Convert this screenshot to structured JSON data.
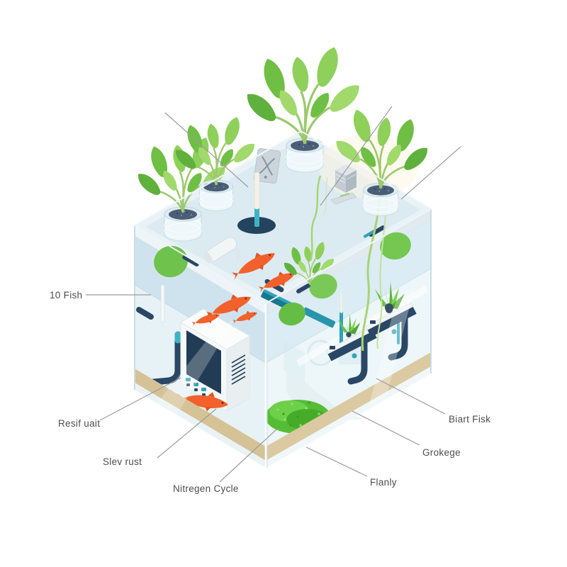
{
  "diagram": {
    "labels": [
      {
        "id": "fish-count",
        "text": "10 Fish"
      },
      {
        "id": "resif-uait",
        "text": "Resif uait"
      },
      {
        "id": "slev-rust",
        "text": "Slev rust"
      },
      {
        "id": "nitregen-cycle",
        "text": "Nitregen Cycle"
      },
      {
        "id": "flanly",
        "text": "Flanly"
      },
      {
        "id": "grokege",
        "text": "Grokege"
      },
      {
        "id": "biart-fisk",
        "text": "Biart Fisk"
      }
    ],
    "colors": {
      "background": "#ffffff",
      "navy": "#2a4766",
      "teal": "#2fa3b8",
      "fish_orange": "#f2612b",
      "leaf_green": "#7cc84e",
      "moss_green": "#55bd35",
      "sand": "#d9c79e",
      "label_text": "#4d4d4d",
      "leader_line": "#9b9b9b",
      "glass_light": "#e7f2f6",
      "glass_mid": "#d2e6ef",
      "lid_top": "#dcebf2"
    },
    "icons": [
      "glass-tank",
      "plant-icon",
      "plant-pot-icon",
      "fish-icon",
      "probe-wand-icon",
      "aerator-disc-icon",
      "camera-icon",
      "x-device-icon",
      "equipment-box-icon",
      "filter-box-icon",
      "pipe-icon",
      "grow-shelf-icon",
      "grow-light-rod-icon",
      "moss-icon",
      "sand-bed",
      "leaf-disc-icon",
      "leader-line"
    ]
  }
}
